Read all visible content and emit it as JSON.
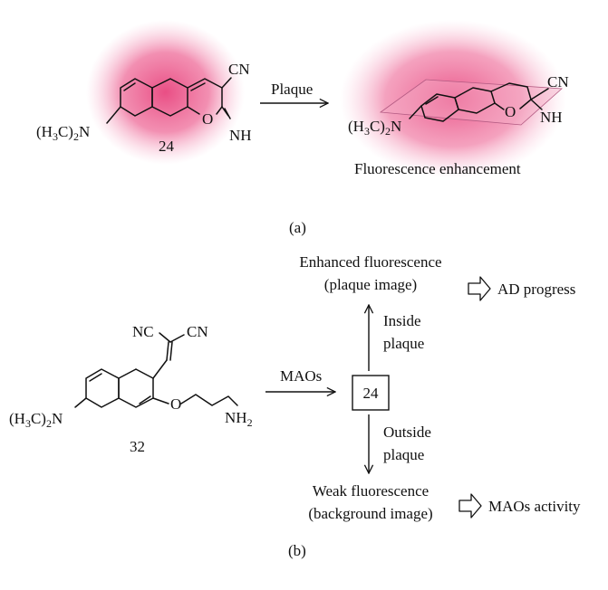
{
  "panel_a": {
    "compound_label": "24",
    "reagent_label": "Plaque",
    "result_label": "Fluorescence enhancement",
    "caption": "(a)",
    "left_amine": {
      "main": "(H",
      "sub1": "3",
      "mid": "C)",
      "sub2": "2",
      "tail": "N"
    },
    "nitrile": "CN",
    "imine": "NH",
    "ring_oxygen": "O"
  },
  "panel_b": {
    "compound_label": "32",
    "reagent_label": "MAOs",
    "box_label": "24",
    "inside": {
      "line1": "Inside",
      "line2": "plaque"
    },
    "outside": {
      "line1": "Outside",
      "line2": "plaque"
    },
    "top_result": {
      "line1": "Enhanced fluorescence",
      "line2": "(plaque image)"
    },
    "bottom_result": {
      "line1": "Weak fluorescence",
      "line2": "(background image)"
    },
    "top_outcome": "AD progress",
    "bottom_outcome": "MAOs activity",
    "caption": "(b)",
    "left_amine": {
      "main": "(H",
      "sub1": "3",
      "mid": "C)",
      "sub2": "2",
      "tail": "N"
    },
    "nc_label": "NC",
    "cn_label": "CN",
    "ether_oxygen": "O",
    "terminal_amine": {
      "main": "NH",
      "sub": "2"
    }
  },
  "colors": {
    "glow": "#e8457e",
    "ink": "#111111"
  }
}
